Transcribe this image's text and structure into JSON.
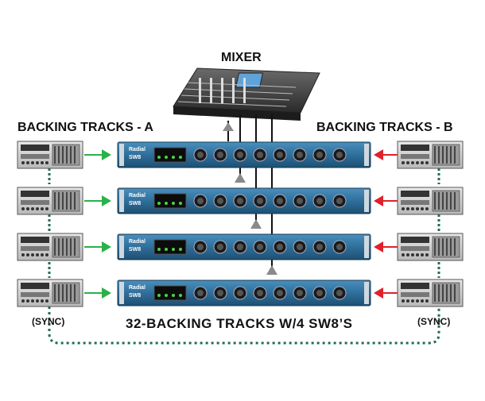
{
  "labels": {
    "mixer": "MIXER",
    "backing_a": "BACKING TRACKS - A",
    "backing_b": "BACKING TRACKS - B",
    "sync_left": "(SYNC)",
    "sync_right": "(SYNC)",
    "caption": "32-BACKING TRACKS W/4 SW8’S"
  },
  "unit": {
    "brand": "Radial",
    "model": "SW8"
  },
  "colors": {
    "rack_blue": "#2f6f9b",
    "arrow_green": "#2bb04a",
    "arrow_red": "#e0212b",
    "arrow_gray": "#8a8a8a",
    "sync_line": "#1f6b5a"
  },
  "counts": {
    "switchers": 4,
    "xlr_per_unit": 8
  }
}
